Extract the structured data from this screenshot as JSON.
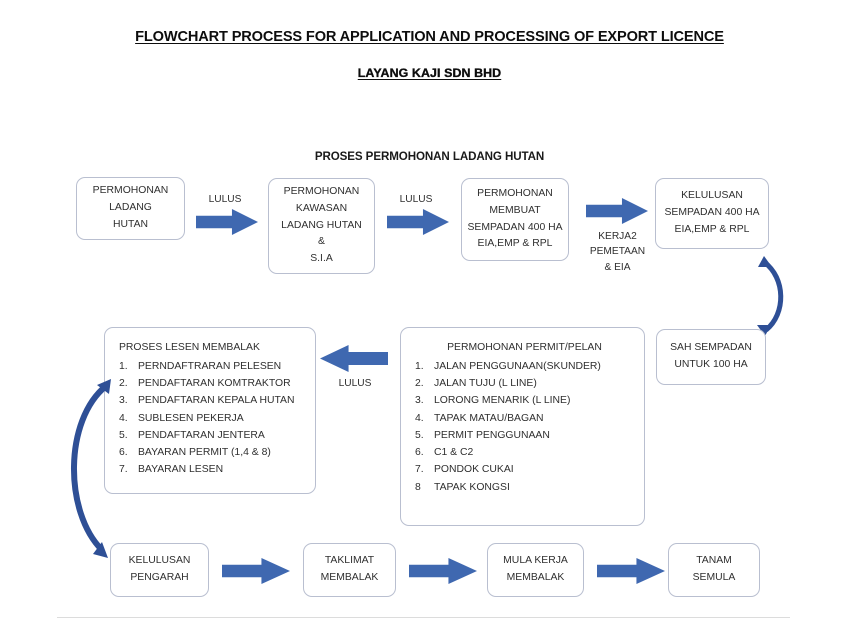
{
  "titles": {
    "main": "FLOWCHART PROCESS FOR APPLICATION AND PROCESSING OF EXPORT LICENCE",
    "company": "LAYANG KAJI SDN BHD",
    "section": "PROSES PERMOHONAN LADANG HUTAN"
  },
  "colors": {
    "arrow_blue": "#3f68b0",
    "curve_blue": "#2e4f96",
    "box_border": "#b9bfd0",
    "text": "#2f2f2f",
    "title": "#0d0d0d",
    "rule": "#dcdcdc"
  },
  "row1": {
    "box1": {
      "lines": [
        "PERMOHONAN",
        "LADANG",
        "HUTAN"
      ]
    },
    "box2": {
      "lines": [
        "PERMOHONAN",
        "KAWASAN",
        "LADANG HUTAN",
        "&",
        "S.I.A"
      ]
    },
    "box3": {
      "lines": [
        "PERMOHONAN",
        "MEMBUAT",
        "SEMPADAN 400 HA",
        "EIA,EMP & RPL"
      ]
    },
    "box4": {
      "lines": [
        "KELULUSAN",
        "SEMPADAN 400 HA",
        "EIA,EMP & RPL"
      ]
    },
    "arrow1_caption": "LULUS",
    "arrow2_caption": "LULUS",
    "arrow3_caption": [
      "KERJA2",
      "PEMETAAN",
      "& EIA"
    ]
  },
  "row2": {
    "proses_lesen": {
      "header": "PROSES LESEN MEMBALAK",
      "items": [
        {
          "num": "1.",
          "text": "PERNDAFTRARAN PELESEN"
        },
        {
          "num": "2.",
          "text": "PENDAFTARAN KOMTRAKTOR"
        },
        {
          "num": "3.",
          "text": "PENDAFTARAN KEPALA HUTAN"
        },
        {
          "num": "4.",
          "text": "SUBLESEN PEKERJA"
        },
        {
          "num": "5.",
          "text": "PENDAFTARAN JENTERA"
        },
        {
          "num": "6.",
          "text": "BAYARAN PERMIT (1,4 & 8)"
        },
        {
          "num": "7.",
          "text": "BAYARAN LESEN"
        }
      ]
    },
    "permit_pelan": {
      "header": "PERMOHONAN PERMIT/PELAN",
      "items": [
        {
          "num": "1.",
          "text": "JALAN PENGGUNAAN(SKUNDER)"
        },
        {
          "num": "2.",
          "text": "JALAN TUJU (L LINE)"
        },
        {
          "num": "3.",
          "text": "LORONG MENARIK (L  LINE)"
        },
        {
          "num": "4.",
          "text": "TAPAK MATAU/BAGAN"
        },
        {
          "num": "5.",
          "text": "PERMIT PENGGUNAAN"
        },
        {
          "num": "6.",
          "text": "C1 & C2"
        },
        {
          "num": "7.",
          "text": "PONDOK CUKAI"
        },
        {
          "num": "8",
          "text": "TAPAK KONGSI"
        }
      ]
    },
    "sah_sempadan": {
      "lines": [
        "SAH SEMPADAN",
        "UNTUK 100 HA"
      ]
    },
    "arrow_caption": "LULUS"
  },
  "row3": {
    "box1": {
      "lines": [
        "KELULUSAN",
        "PENGARAH"
      ]
    },
    "box2": {
      "lines": [
        "TAKLIMAT",
        "MEMBALAK"
      ]
    },
    "box3": {
      "lines": [
        "MULA KERJA",
        "MEMBALAK"
      ]
    },
    "box4": {
      "lines": [
        "TANAM",
        "SEMULA"
      ]
    }
  }
}
